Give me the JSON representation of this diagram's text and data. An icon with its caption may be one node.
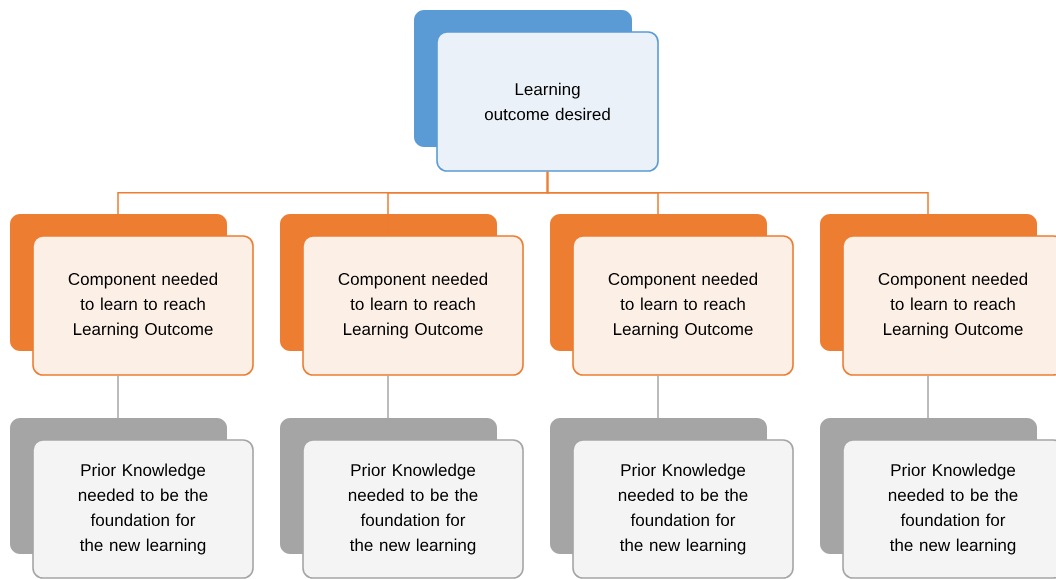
{
  "diagram": {
    "nodes": [
      {
        "text": [
          "Learning outcome desired"
        ]
      },
      {
        "text": [
          "Component needed to learn to reach Learning Outcome"
        ]
      },
      {
        "text": [
          "Component needed to learn to reach Learning Outcome"
        ]
      },
      {
        "text": [
          "Component needed to learn to reach Learning Outcome"
        ]
      },
      {
        "text": [
          "Component needed to learn to reach Learning Outcome"
        ]
      },
      {
        "text": [
          "Prior Knowledge needed to be the foundation for the new learning"
        ]
      },
      {
        "text": [
          "Prior Knowledge needed to be the foundation for the new learning"
        ]
      },
      {
        "text": [
          "Prior Knowledge needed to be the foundation for the new learning"
        ]
      },
      {
        "text": [
          "Prior Knowledge needed to be the foundation for the new learning"
        ]
      }
    ],
    "edges": [
      {
        "from": 0,
        "to": 1,
        "arrow": "none"
      },
      {
        "from": 0,
        "to": 2,
        "arrow": "none"
      },
      {
        "from": 0,
        "to": 3,
        "arrow": "none"
      },
      {
        "from": 0,
        "to": 4,
        "arrow": "none"
      },
      {
        "from": 1,
        "to": 5,
        "arrow": "none",
        "color": "#a5a5a5"
      },
      {
        "from": 2,
        "to": 6,
        "arrow": "none",
        "color": "#a5a5a5"
      },
      {
        "from": 3,
        "to": 7,
        "arrow": "none",
        "color": "#a5a5a5"
      },
      {
        "from": 4,
        "to": 8,
        "arrow": "none",
        "color": "#a5a5a5"
      }
    ]
  }
}
